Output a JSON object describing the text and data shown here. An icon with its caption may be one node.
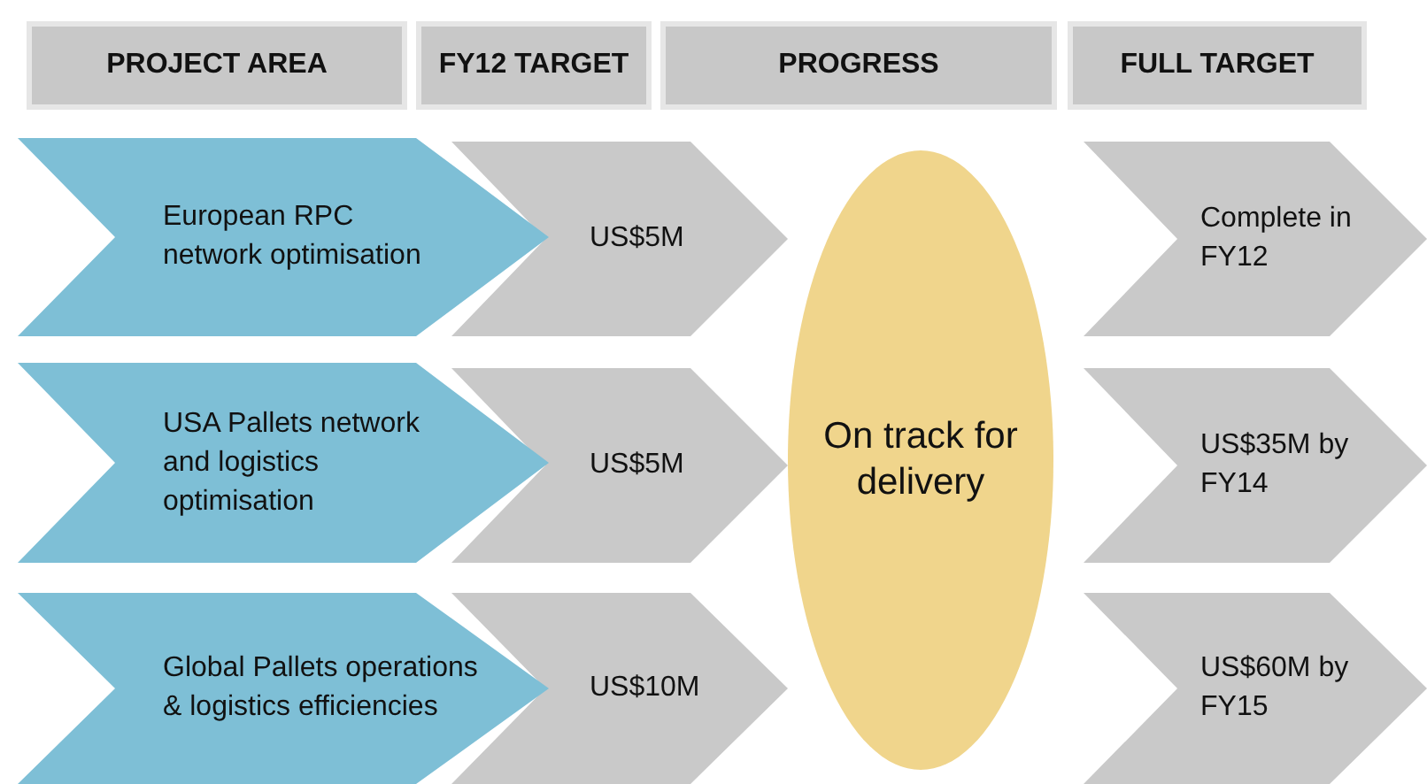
{
  "diagram": {
    "nodes": [
      {
        "text": [
          "PROJECT AREA"
        ]
      },
      {
        "text": [
          "FY12 TARGET"
        ]
      },
      {
        "text": [
          "PROGRESS"
        ]
      },
      {
        "text": [
          "FULL TARGET"
        ]
      },
      {
        "text": [
          "European RPC network optimisation"
        ]
      },
      {
        "text": [
          "US$5M"
        ]
      },
      {
        "text": [
          "USA Pallets network and logistics optimisation"
        ]
      },
      {
        "text": [
          "US$5M"
        ]
      },
      {
        "text": [
          "Global Pallets operations & logistics efficiencies"
        ]
      },
      {
        "text": [
          "US$10M"
        ]
      },
      {
        "text": [
          "On track for delivery"
        ]
      },
      {
        "text": [
          "Complete in FY12"
        ]
      },
      {
        "text": [
          "US$35M by FY14"
        ]
      },
      {
        "text": [
          "US$60M by FY15"
        ]
      }
    ]
  }
}
